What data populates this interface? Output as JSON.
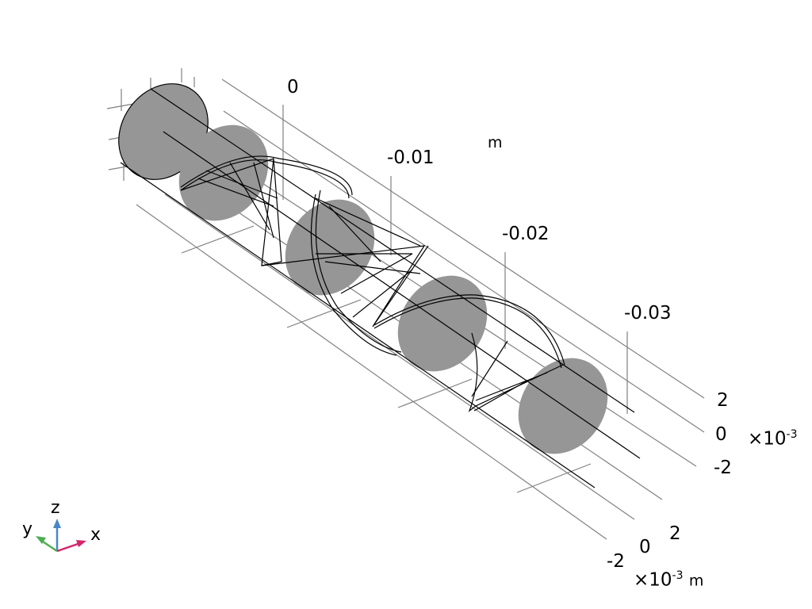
{
  "x_axis": {
    "ticks": [
      "0",
      "-0.01",
      "-0.02",
      "-0.03"
    ],
    "unit": "m"
  },
  "y_axis": {
    "ticks": [
      "2",
      "0",
      "-2"
    ],
    "scale_base": "×10",
    "scale_exp": "-3"
  },
  "z_axis": {
    "ticks": [
      "2",
      "0",
      "-2"
    ],
    "scale_base": "×10",
    "scale_exp": "-3",
    "unit": "m"
  },
  "triad": {
    "x": "x",
    "y": "y",
    "z": "z"
  },
  "colors": {
    "domain_fill": "#969696",
    "grid": "#808080",
    "edge": "#000000",
    "x_arrow": "#d6246e",
    "y_arrow": "#4caf50",
    "z_arrow": "#4a86c5"
  }
}
